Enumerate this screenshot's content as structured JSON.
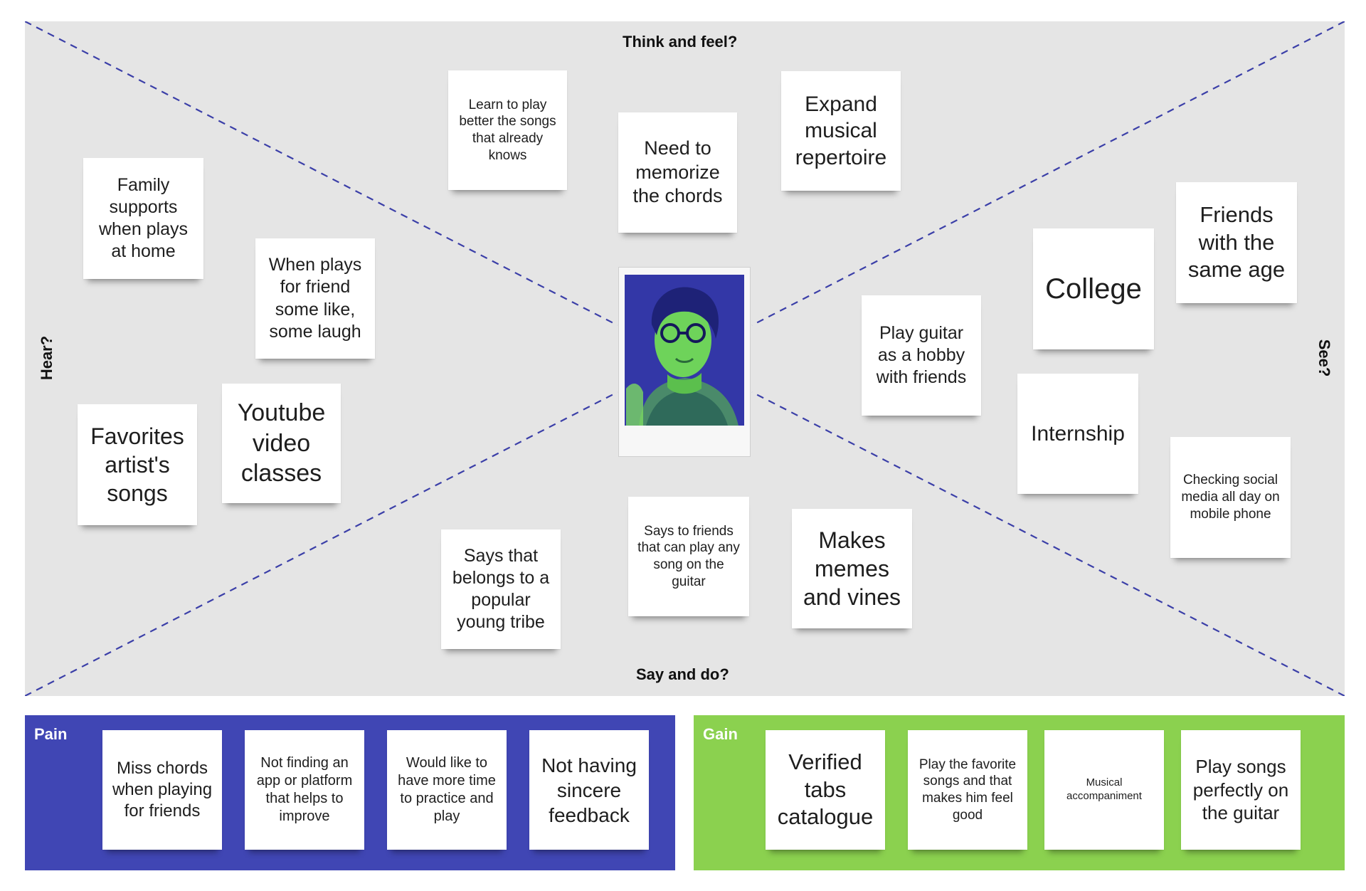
{
  "quadrants": {
    "top": "Think and feel?",
    "bottom": "Say and do?",
    "left": "Hear?",
    "right": "See?"
  },
  "colors": {
    "board_bg": "#e5e5e5",
    "divider_line": "#3b3fa8",
    "pain_band": "#4046b4",
    "gain_band": "#8bd14f",
    "photo_tint_dark": "#2c2f9e",
    "photo_tint_light": "#6ed35a"
  },
  "photo": {
    "icon": "person-portrait-icon"
  },
  "notes": {
    "think_feel": [
      "Learn to play better the songs that already knows",
      "Need to memorize the chords",
      "Expand musical repertoire"
    ],
    "hear": [
      "Family supports when plays at home",
      "When plays for friend some like, some laugh",
      "Youtube video classes",
      "Favorites artist's songs"
    ],
    "see": [
      "Friends with the same age",
      "College",
      "Play guitar as a hobby with friends",
      "Internship",
      "Checking social media all day on mobile phone"
    ],
    "say_do": [
      "Says that belongs to a popular young tribe",
      "Says to friends that can play any song on the guitar",
      "Makes memes and vines"
    ]
  },
  "pain": {
    "title": "Pain",
    "notes": [
      "Miss chords when playing for friends",
      "Not finding an app or platform that helps to improve",
      "Would like to have more time to practice and play",
      "Not having sincere feedback"
    ]
  },
  "gain": {
    "title": "Gain",
    "notes": [
      "Verified tabs catalogue",
      "Play the favorite songs and that makes him feel good",
      "Musical accompaniment",
      "Play songs perfectly on the guitar"
    ]
  }
}
